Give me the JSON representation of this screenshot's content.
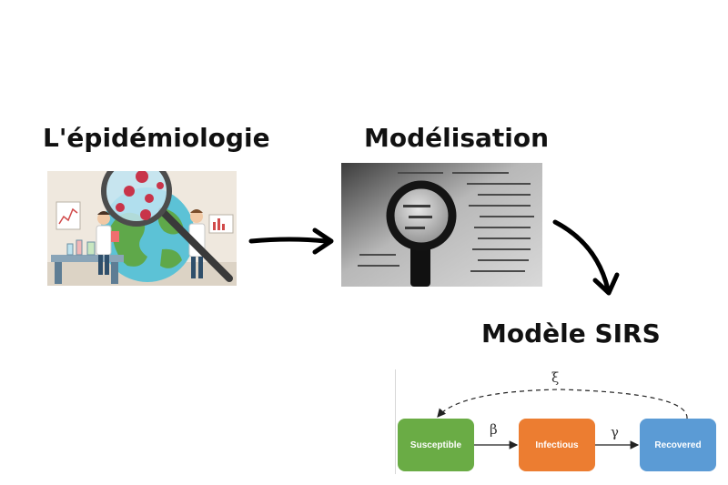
{
  "stages": {
    "epidemiology": {
      "title": "L'épidémiologie"
    },
    "modelisation": {
      "title": "Modélisation"
    },
    "sirs": {
      "title": "Modèle SIRS"
    }
  },
  "sirs_diagram": {
    "nodes": [
      {
        "id": "susceptible",
        "label": "Susceptible",
        "color": "#6aac45"
      },
      {
        "id": "infectious",
        "label": "Infectious",
        "color": "#ec7d31"
      },
      {
        "id": "recovered",
        "label": "Recovered",
        "color": "#5b9bd5"
      }
    ],
    "edges": [
      {
        "from": "susceptible",
        "to": "infectious",
        "label": "β"
      },
      {
        "from": "infectious",
        "to": "recovered",
        "label": "γ"
      },
      {
        "from": "recovered",
        "to": "susceptible",
        "label": "ξ",
        "style": "dashed"
      }
    ]
  },
  "illustrations": {
    "epidemiology": "scientists-with-magnifying-glass-over-globe",
    "modelisation": "magnifying-glass-over-math-equations"
  },
  "colors": {
    "text": "#111111",
    "arrow": "#000000"
  }
}
